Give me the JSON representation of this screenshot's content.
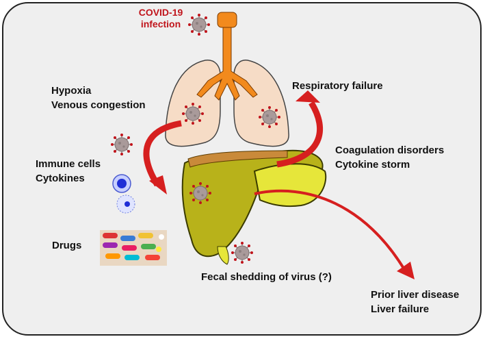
{
  "labels": {
    "covid": [
      "COVID-19",
      "infection"
    ],
    "hypoxia": [
      "Hypoxia",
      "Venous congestion"
    ],
    "immune": [
      "Immune cells",
      "Cytokines"
    ],
    "drugs": "Drugs",
    "respiratory": "Respiratory failure",
    "coagulation": [
      "Coagulation disorders",
      "Cytokine storm"
    ],
    "fecal": "Fecal shedding of virus (?)",
    "prior": [
      "Prior liver disease",
      "Liver failure"
    ]
  },
  "colors": {
    "covid_text": "#c0141b",
    "arrow": "#d61f1f",
    "liver": "#b8b21a",
    "gallbladder": "#e6e63a",
    "lung": "#f6dcc6",
    "trachea": "#f28a1d",
    "virus": "#9a8f8f",
    "frame_bg": "#efefef"
  },
  "icons": [
    "virus-icon",
    "lungs-icon",
    "liver-icon",
    "immune-cell-icon",
    "pills-icon"
  ]
}
